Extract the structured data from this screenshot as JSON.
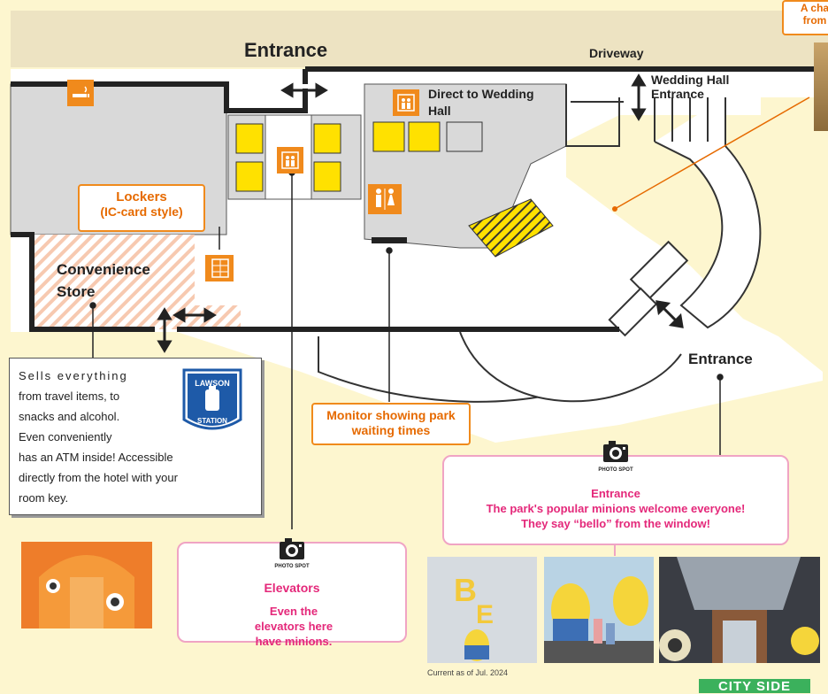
{
  "labels": {
    "entrance_top": "Entrance",
    "driveway": "Driveway",
    "wedding_hall_entrance": "Wedding Hall Entrance",
    "direct_to_wedding_hall": "Direct to Wedding Hall",
    "lockers": "Lockers",
    "lockers_sub": "(IC-card style)",
    "convenience_store": "Convenience Store",
    "entrance_right": "Entrance",
    "monitor": "Monitor showing park waiting times",
    "top_right_tab_line1": "A cha",
    "top_right_tab_line2": "from"
  },
  "store_info": {
    "text_lines": [
      "Sells everything",
      "from travel items, to",
      "snacks and alcohol.",
      "Even conveniently",
      "has an ATM inside! Accessible",
      "directly from the hotel with your",
      "room key."
    ],
    "logo_top": "LAWSON",
    "logo_bottom": "STATION"
  },
  "elevator_spot": {
    "photo_spot": "PHOTO SPOT",
    "title": "Elevators",
    "desc": "Even the elevators here have minions."
  },
  "entrance_spot": {
    "photo_spot": "PHOTO SPOT",
    "title": "Entrance",
    "line1": "The park's popular minions welcome everyone!",
    "line2": "They say “bello” from the window!"
  },
  "footer": {
    "current_as_of": "Current as of Jul. 2024",
    "city_side": "CITY SIDE"
  },
  "icons": [
    "smoking-icon",
    "elevator-icon",
    "restroom-icon",
    "locker-icon",
    "camera-icon",
    "lawson-logo"
  ],
  "colors": {
    "background": "#fdf6cf",
    "road": "#ede3c2",
    "floor": "#d9d9d9",
    "orange": "#f08a1c",
    "pink": "#e4287a",
    "yellow": "#ffe100",
    "green": "#3bb15c",
    "lawson_blue": "#1e5aa8"
  }
}
